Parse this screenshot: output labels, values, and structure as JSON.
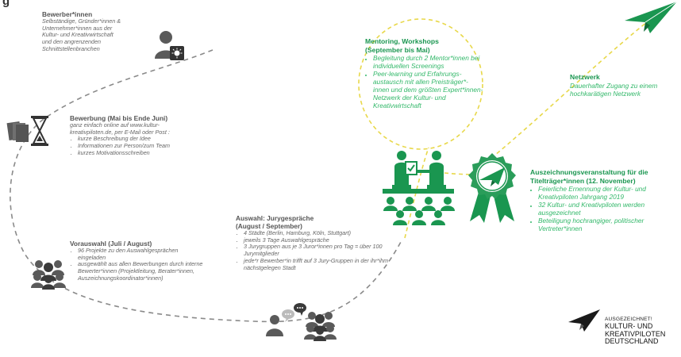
{
  "title_fragment": "g",
  "colors": {
    "green": "#1a9650",
    "green_light": "#33b86a",
    "gray": "#5a5a5a",
    "path_gray": "#8a8a8a",
    "dash_yellow": "#e8d84a"
  },
  "stages": {
    "bewerber": {
      "heading": "Bewerber*innen",
      "lines": [
        "Selbständige, Gründer*innen &",
        "Unternehmer*innen aus der",
        "Kultur- und Kreativwirtschaft",
        "und den angrenzenden",
        "Schnittstellenbranchen"
      ]
    },
    "bewerbung": {
      "heading": "Bewerbung (Mai bis Ende Juni)",
      "lines": [
        "ganz einfach online auf www.kultur-",
        "kreativpiloten.de, per E-Mail oder Post :"
      ],
      "items": [
        "kurze Beschreibung der Idee",
        "Informationen zur Person/zum Team",
        "kurzes Motivationsschreiben"
      ]
    },
    "vorauswahl": {
      "heading": "Vorauswahl (Juli / August)",
      "items": [
        "96 Projekte zu den  Auswahlgesprächen eingeladen",
        "ausgewählt aus allen Bewerbungen durch interne Bewerter*innen (Projektleitung, Berater*innen, Auszeichnungskoordinator*innen)"
      ]
    },
    "auswahl": {
      "heading": "Auswahl: Jurygespräche",
      "subheading": "(August / September)",
      "items": [
        "4 Städte (Berlin, Hamburg, Köln, Stuttgart)",
        "jeweils 3 Tage Auswahlgespräche",
        "3 Jurygruppen aus je 3 Juror*innen pro Tag = über 100 Jurymitglieder",
        "jede*r Bewerber*in trifft auf 3 Jury-Gruppen in der ihr*ihm nächstgelegen Stadt"
      ]
    },
    "mentoring": {
      "heading": "Mentoring, Workshops",
      "subheading": "(September bis Mai)",
      "items": [
        "Begleitung durch 2 Mentor*innen bei  individuellen Screenings",
        "Peer-learning und Erfahrungs-austausch mit allen Preisträger*-innen und dem größten Expert*innen-Netzwerk der Kultur- und Kreativwirtschaft"
      ]
    },
    "netzwerk": {
      "heading": "Netzwerk",
      "lines": [
        "Dauerhafter Zugang zu einem",
        "hochkarätigen Netzwerk"
      ]
    },
    "auszeichnung": {
      "heading": "Auszeichnungsveranstaltung für die",
      "subheading": "Titelträger*innen (12. November)",
      "items": [
        "Feierliche Ernennung der Kultur- und Kreativpiloten Jahrgang 2019",
        "32 Kultur- und Kreativpiloten werden ausgezeichnet",
        "Beteiligung hochrangiger, politischer Vertreter*innen"
      ]
    }
  },
  "brand": {
    "line1": "AUSGEZEICHNET!",
    "line2": "KULTUR- UND",
    "line3": "KREATIVPILOTEN",
    "line4": "DEUTSCHLAND"
  },
  "icons": [
    "person-lightbulb-icon",
    "documents-hourglass-icon",
    "people-group-icon",
    "people-speech-icon",
    "jury-meeting-icon",
    "rosette-paperplane-icon",
    "paperplane-icon",
    "brand-paperplane-icon"
  ]
}
